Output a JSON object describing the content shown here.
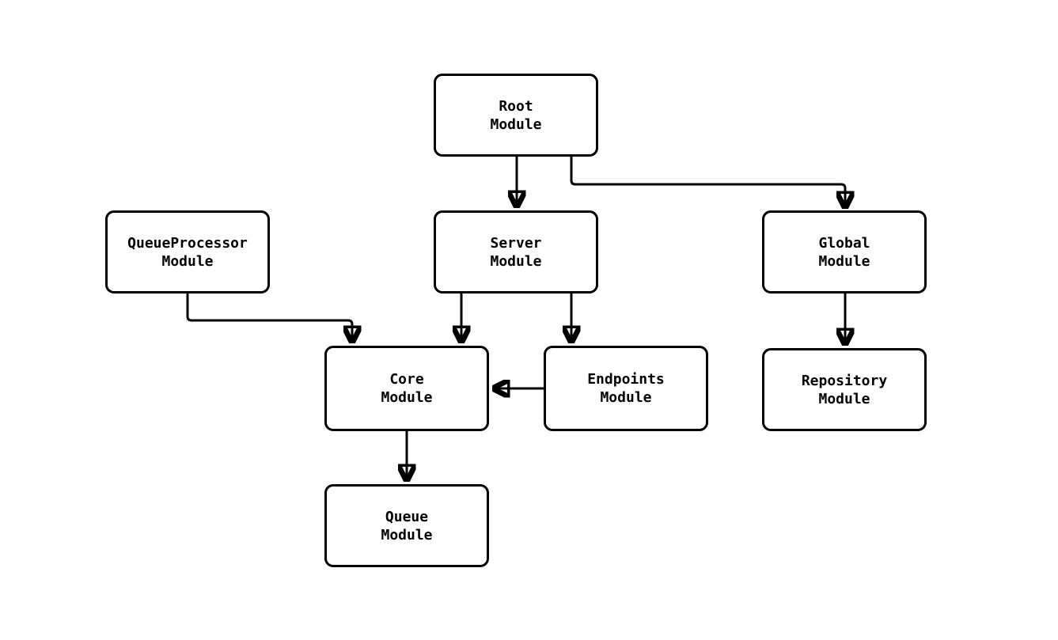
{
  "diagram": {
    "type": "module-dependency-flowchart",
    "colors": {
      "node_fill": "#ffffff",
      "node_border": "#000000",
      "edge_stroke": "#000000",
      "background": "#ffffff",
      "text": "#000000"
    },
    "nodes": {
      "root": {
        "line1": "Root",
        "line2": "Module"
      },
      "queueprocessor": {
        "line1": "QueueProcessor",
        "line2": "Module"
      },
      "server": {
        "line1": "Server",
        "line2": "Module"
      },
      "global": {
        "line1": "Global",
        "line2": "Module"
      },
      "core": {
        "line1": "Core",
        "line2": "Module"
      },
      "endpoints": {
        "line1": "Endpoints",
        "line2": "Module"
      },
      "repository": {
        "line1": "Repository",
        "line2": "Module"
      },
      "queue": {
        "line1": "Queue",
        "line2": "Module"
      }
    },
    "edges": [
      {
        "from": "Root Module",
        "to": "Server Module"
      },
      {
        "from": "Root Module",
        "to": "Global Module"
      },
      {
        "from": "QueueProcessor Module",
        "to": "Core Module"
      },
      {
        "from": "Server Module",
        "to": "Core Module"
      },
      {
        "from": "Server Module",
        "to": "Endpoints Module"
      },
      {
        "from": "Endpoints Module",
        "to": "Core Module"
      },
      {
        "from": "Global Module",
        "to": "Repository Module"
      },
      {
        "from": "Core Module",
        "to": "Queue Module"
      }
    ]
  }
}
